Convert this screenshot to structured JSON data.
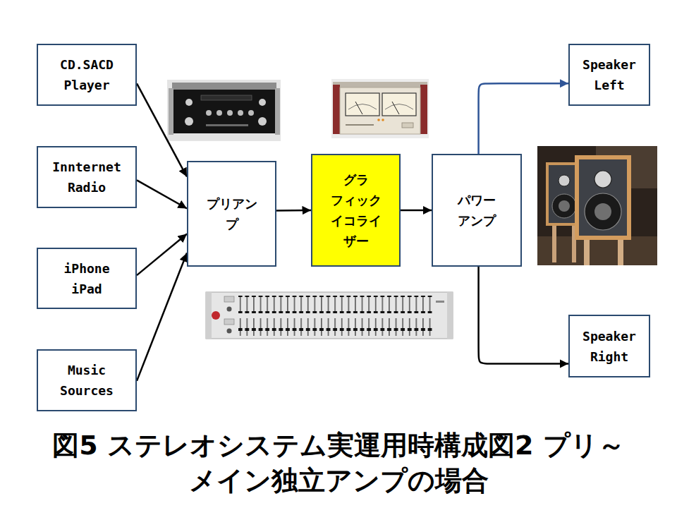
{
  "diagram": {
    "caption": "図5 ステレオシステム実運用時構成図2 プリ～メイン独立アンプの場合",
    "nodes": [
      {
        "text": [
          "CD.SACD Player"
        ]
      },
      {
        "text": [
          "Innternet Radio"
        ]
      },
      {
        "text": [
          "iPhone iPad"
        ]
      },
      {
        "text": [
          "Music Sources"
        ]
      },
      {
        "text": [
          "プリアン プ"
        ]
      },
      {
        "text": [
          "グラ フィック イコライ ザー"
        ]
      },
      {
        "text": [
          "パワー アンプ"
        ]
      },
      {
        "text": [
          "Speaker Left"
        ]
      },
      {
        "text": [
          "Speaker Right"
        ]
      }
    ],
    "edges": [
      {
        "from": 0,
        "to": 4,
        "arrow": "to"
      },
      {
        "from": 1,
        "to": 4,
        "arrow": "to"
      },
      {
        "from": 2,
        "to": 4,
        "arrow": "to"
      },
      {
        "from": 3,
        "to": 4,
        "arrow": "to"
      },
      {
        "from": 4,
        "to": 5,
        "arrow": "to"
      },
      {
        "from": 5,
        "to": 6,
        "arrow": "to"
      },
      {
        "from": 6,
        "to": 7,
        "arrow": "to"
      },
      {
        "from": 6,
        "to": 8,
        "arrow": "to"
      }
    ]
  }
}
